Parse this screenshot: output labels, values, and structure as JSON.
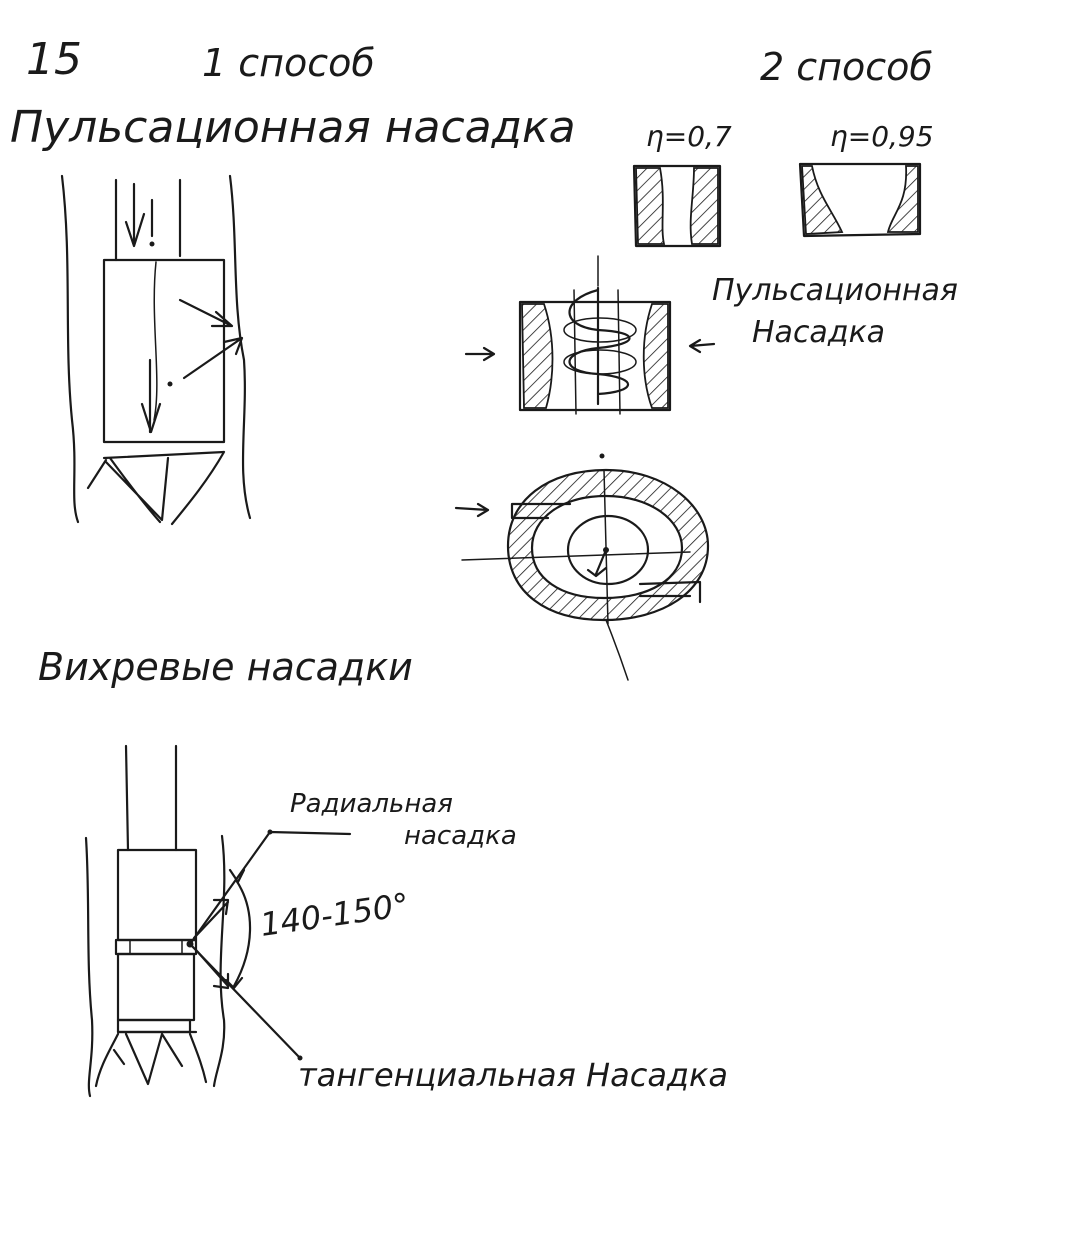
{
  "page_number": "15",
  "method_1": "1 способ",
  "method_2": "2 способ",
  "heading_pulse": "Пульсационная насадка",
  "eta_1": "η=0,7",
  "eta_2": "η=0,95",
  "label_pulse_1": "Пульсационная",
  "label_pulse_2": "Насадка",
  "heading_vortex": "Вихревые насадки",
  "label_radial_1": "Радиальная",
  "label_radial_2": "насадка",
  "angle_label": "140-150°",
  "label_tangential": "тангенциальная Насадка",
  "colors": {
    "ink": "#1a1a1a",
    "paper": "#ffffff"
  }
}
